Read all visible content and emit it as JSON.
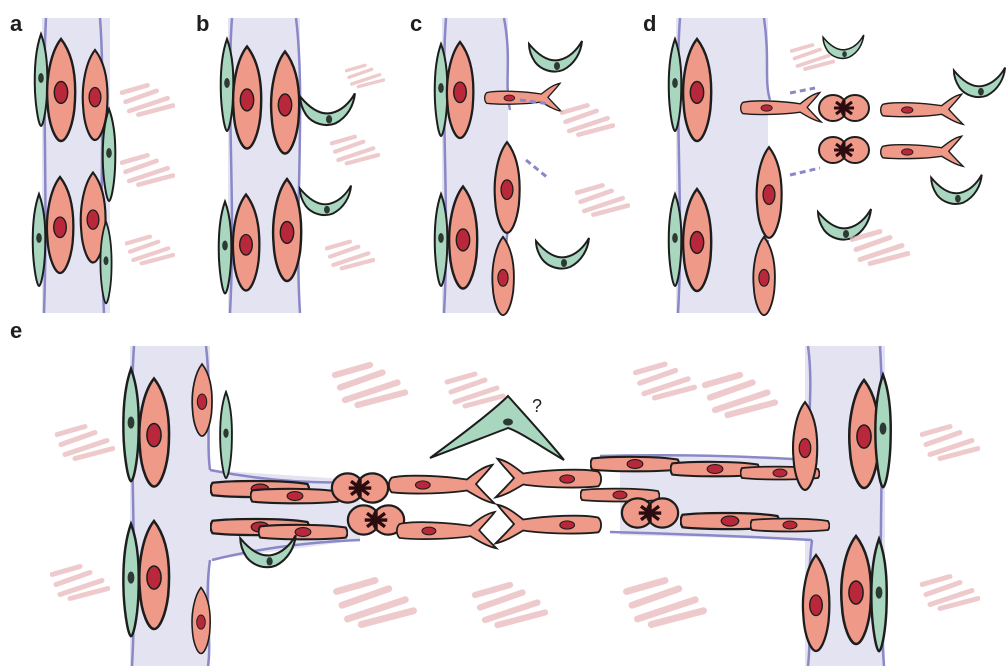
{
  "panels": {
    "a": "a",
    "b": "b",
    "c": "c",
    "d": "d",
    "e": "e"
  },
  "annotation": {
    "question_mark": "?"
  },
  "colors": {
    "vessel_lumen": "#e4e3f2",
    "vessel_wall": "#8a88c7",
    "endothelial_cell": "#ef9a88",
    "endothelial_nucleus": "#b8283a",
    "pericyte_cell": "#a8d6bf",
    "pericyte_nucleus": "#2c3a33",
    "matrix_fibre": "#e9b9bb",
    "outline": "#1d1d1d"
  },
  "icons": {
    "endothelial": "endothelial-cell-icon",
    "pericyte": "pericyte-icon",
    "tip_cell": "tip-cell-icon",
    "dividing_cell": "dividing-cell-icon"
  }
}
